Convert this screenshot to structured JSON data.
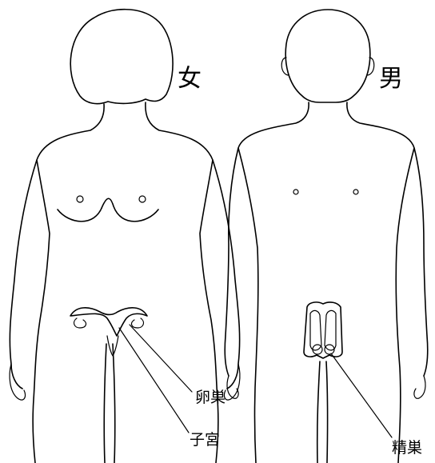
{
  "labels": {
    "female": "女",
    "male": "男",
    "ovary": "卵巣",
    "uterus": "子宮",
    "testis": "精巣"
  }
}
